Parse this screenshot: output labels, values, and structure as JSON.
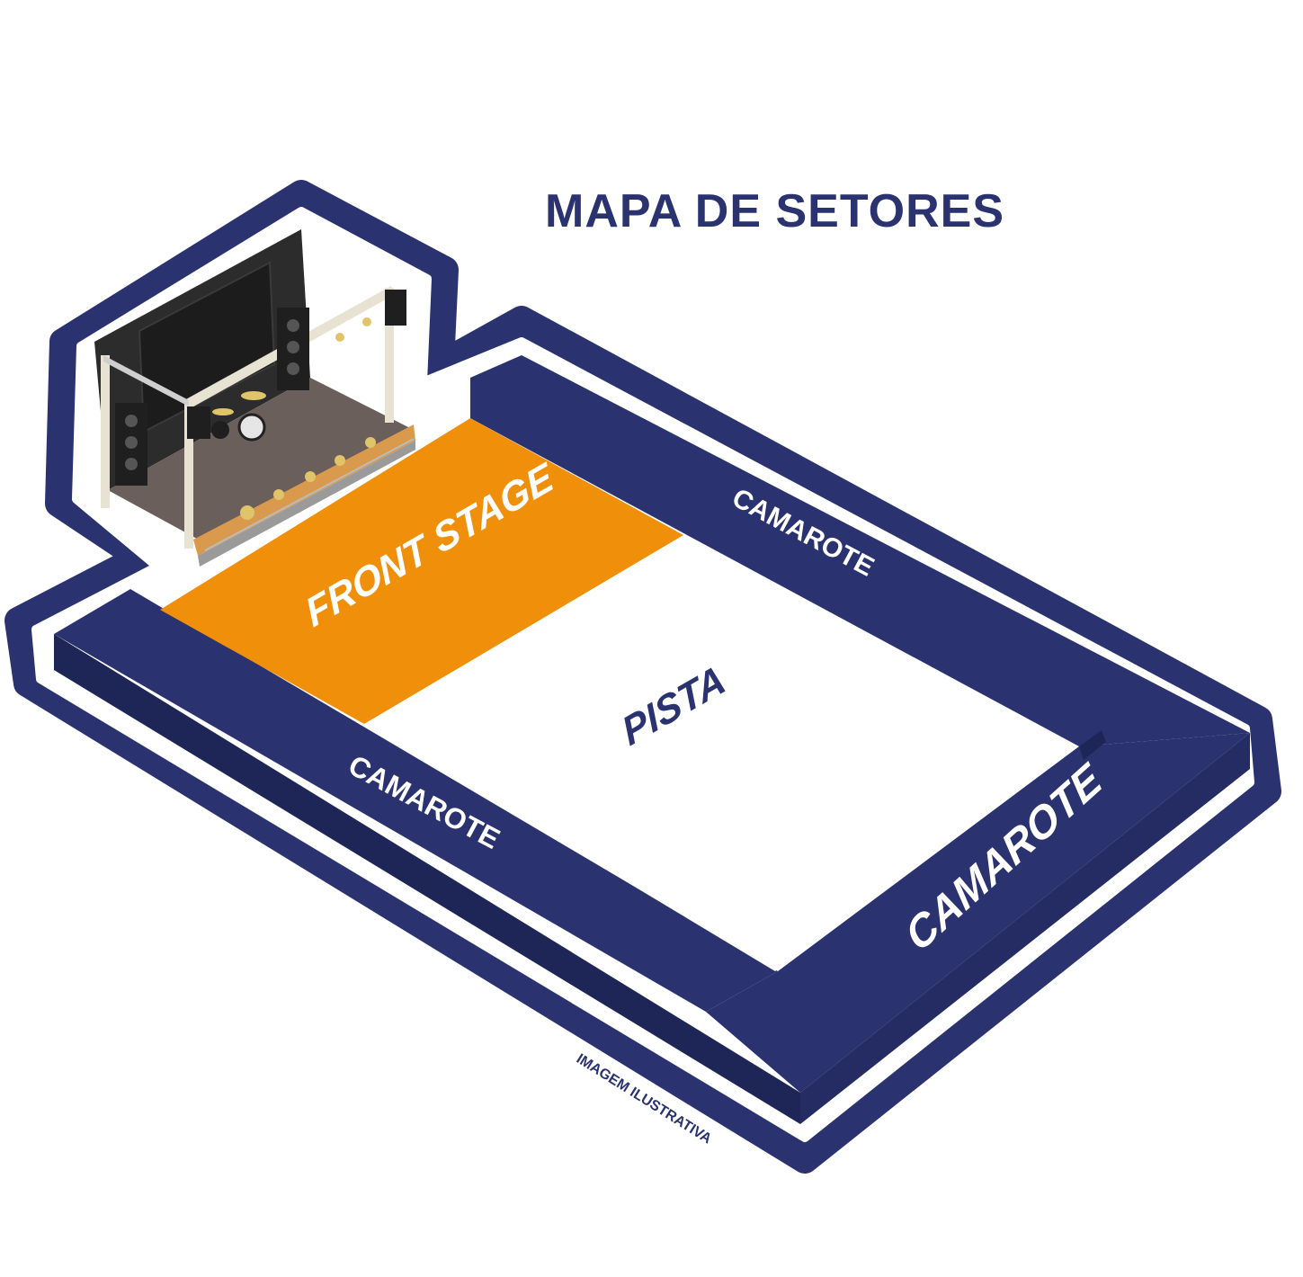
{
  "title": "MAPA DE SETORES",
  "sectors": {
    "front_stage": "FRONT STAGE",
    "pista": "PISTA",
    "camarote_top": "CAMAROTE",
    "camarote_left": "CAMAROTE",
    "camarote_right": "CAMAROTE"
  },
  "disclaimer": "IMAGEM ILUSTRATIVA",
  "colors": {
    "navy": "#2a3370",
    "navy_dark": "#1e2657",
    "orange": "#f0900a",
    "white": "#ffffff",
    "stage_floor": "#6b5f5c",
    "stage_wall": "#2c2c2c",
    "deck": "#d99a4e"
  }
}
